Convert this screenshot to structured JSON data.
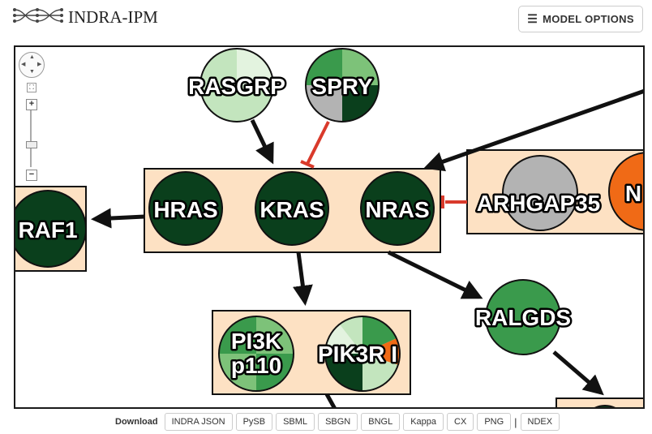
{
  "app": {
    "title": "INDRA-IPM"
  },
  "header": {
    "model_options_label": "MODEL OPTIONS",
    "menu_icon": "hamburger-icon"
  },
  "graph": {
    "nodes": {
      "RASGRP": "RASGRP",
      "SPRY": "SPRY",
      "HRAS": "HRAS",
      "KRAS": "KRAS",
      "NRAS": "NRAS",
      "RAF1": "RAF1",
      "ARHGAP35": "ARHGAP35",
      "N_partial": "N",
      "RALGDS": "RALGDS",
      "PI3K_line1": "PI3K",
      "PI3K_line2": "p110",
      "PIK3R": "PIK3R I"
    },
    "colors": {
      "dark_green": "#0a3f1c",
      "mid_green": "#3a9a4c",
      "light_green": "#c3e5be",
      "pale_green": "#e3f3df",
      "gray": "#b3b3b3",
      "orange": "#f06a16",
      "compartment_fill": "#fde1c3",
      "inhibition_red": "#d93a2b",
      "activation_black": "#111111"
    }
  },
  "download": {
    "label": "Download",
    "buttons": [
      "INDRA JSON",
      "PySB",
      "SBML",
      "SBGN",
      "BNGL",
      "Kappa",
      "CX",
      "PNG",
      "NDEX"
    ]
  }
}
